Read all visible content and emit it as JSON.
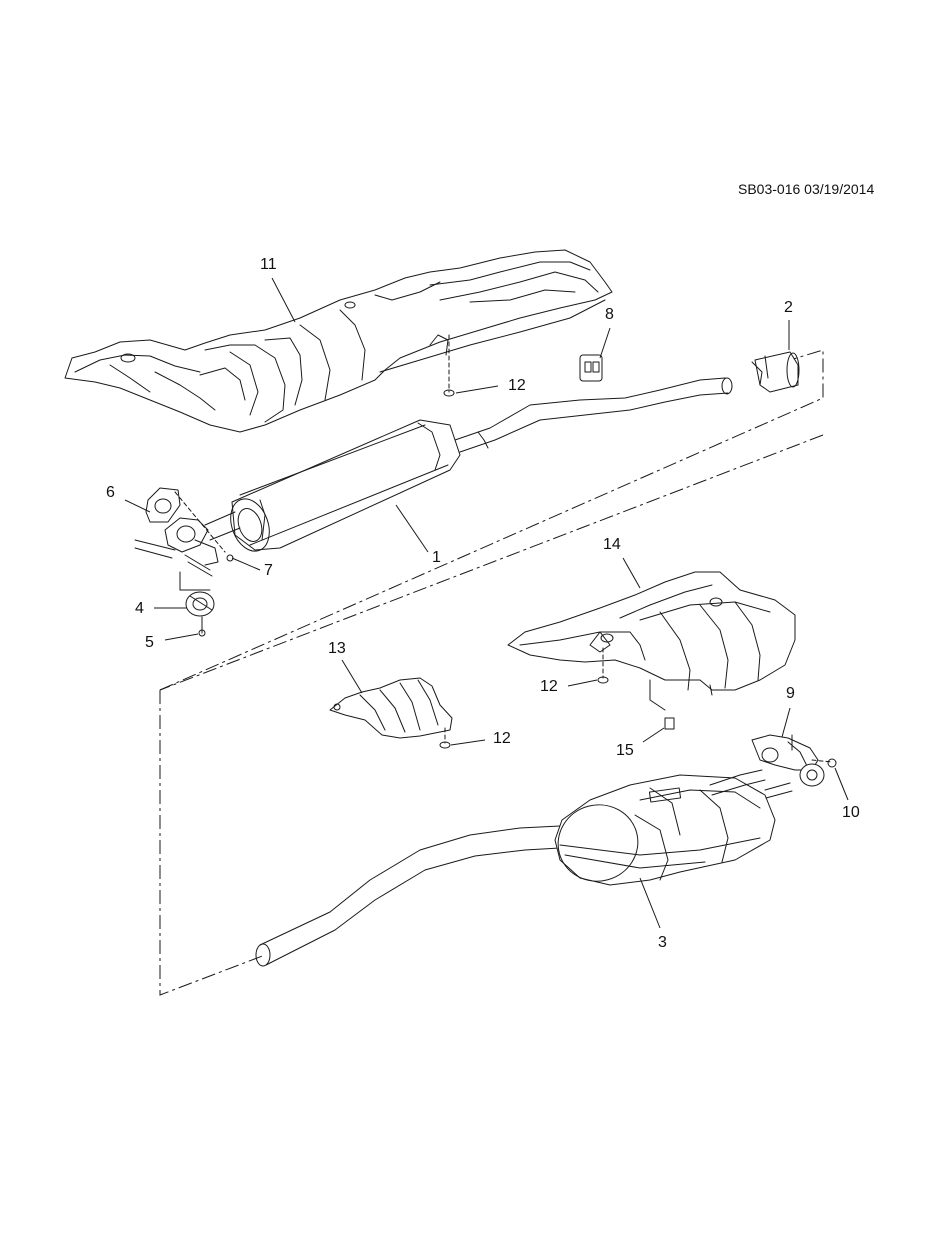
{
  "drawing_code": "SB03-016 03/19/2014",
  "callouts": [
    {
      "id": "c1",
      "label": "1"
    },
    {
      "id": "c2",
      "label": "2"
    },
    {
      "id": "c3",
      "label": "3"
    },
    {
      "id": "c4",
      "label": "4"
    },
    {
      "id": "c5",
      "label": "5"
    },
    {
      "id": "c6",
      "label": "6"
    },
    {
      "id": "c7",
      "label": "7"
    },
    {
      "id": "c8",
      "label": "8"
    },
    {
      "id": "c9",
      "label": "9"
    },
    {
      "id": "c10",
      "label": "10"
    },
    {
      "id": "c11",
      "label": "11"
    },
    {
      "id": "c12a",
      "label": "12"
    },
    {
      "id": "c12b",
      "label": "12"
    },
    {
      "id": "c12c",
      "label": "12"
    },
    {
      "id": "c13",
      "label": "13"
    },
    {
      "id": "c14",
      "label": "14"
    },
    {
      "id": "c15",
      "label": "15"
    }
  ]
}
